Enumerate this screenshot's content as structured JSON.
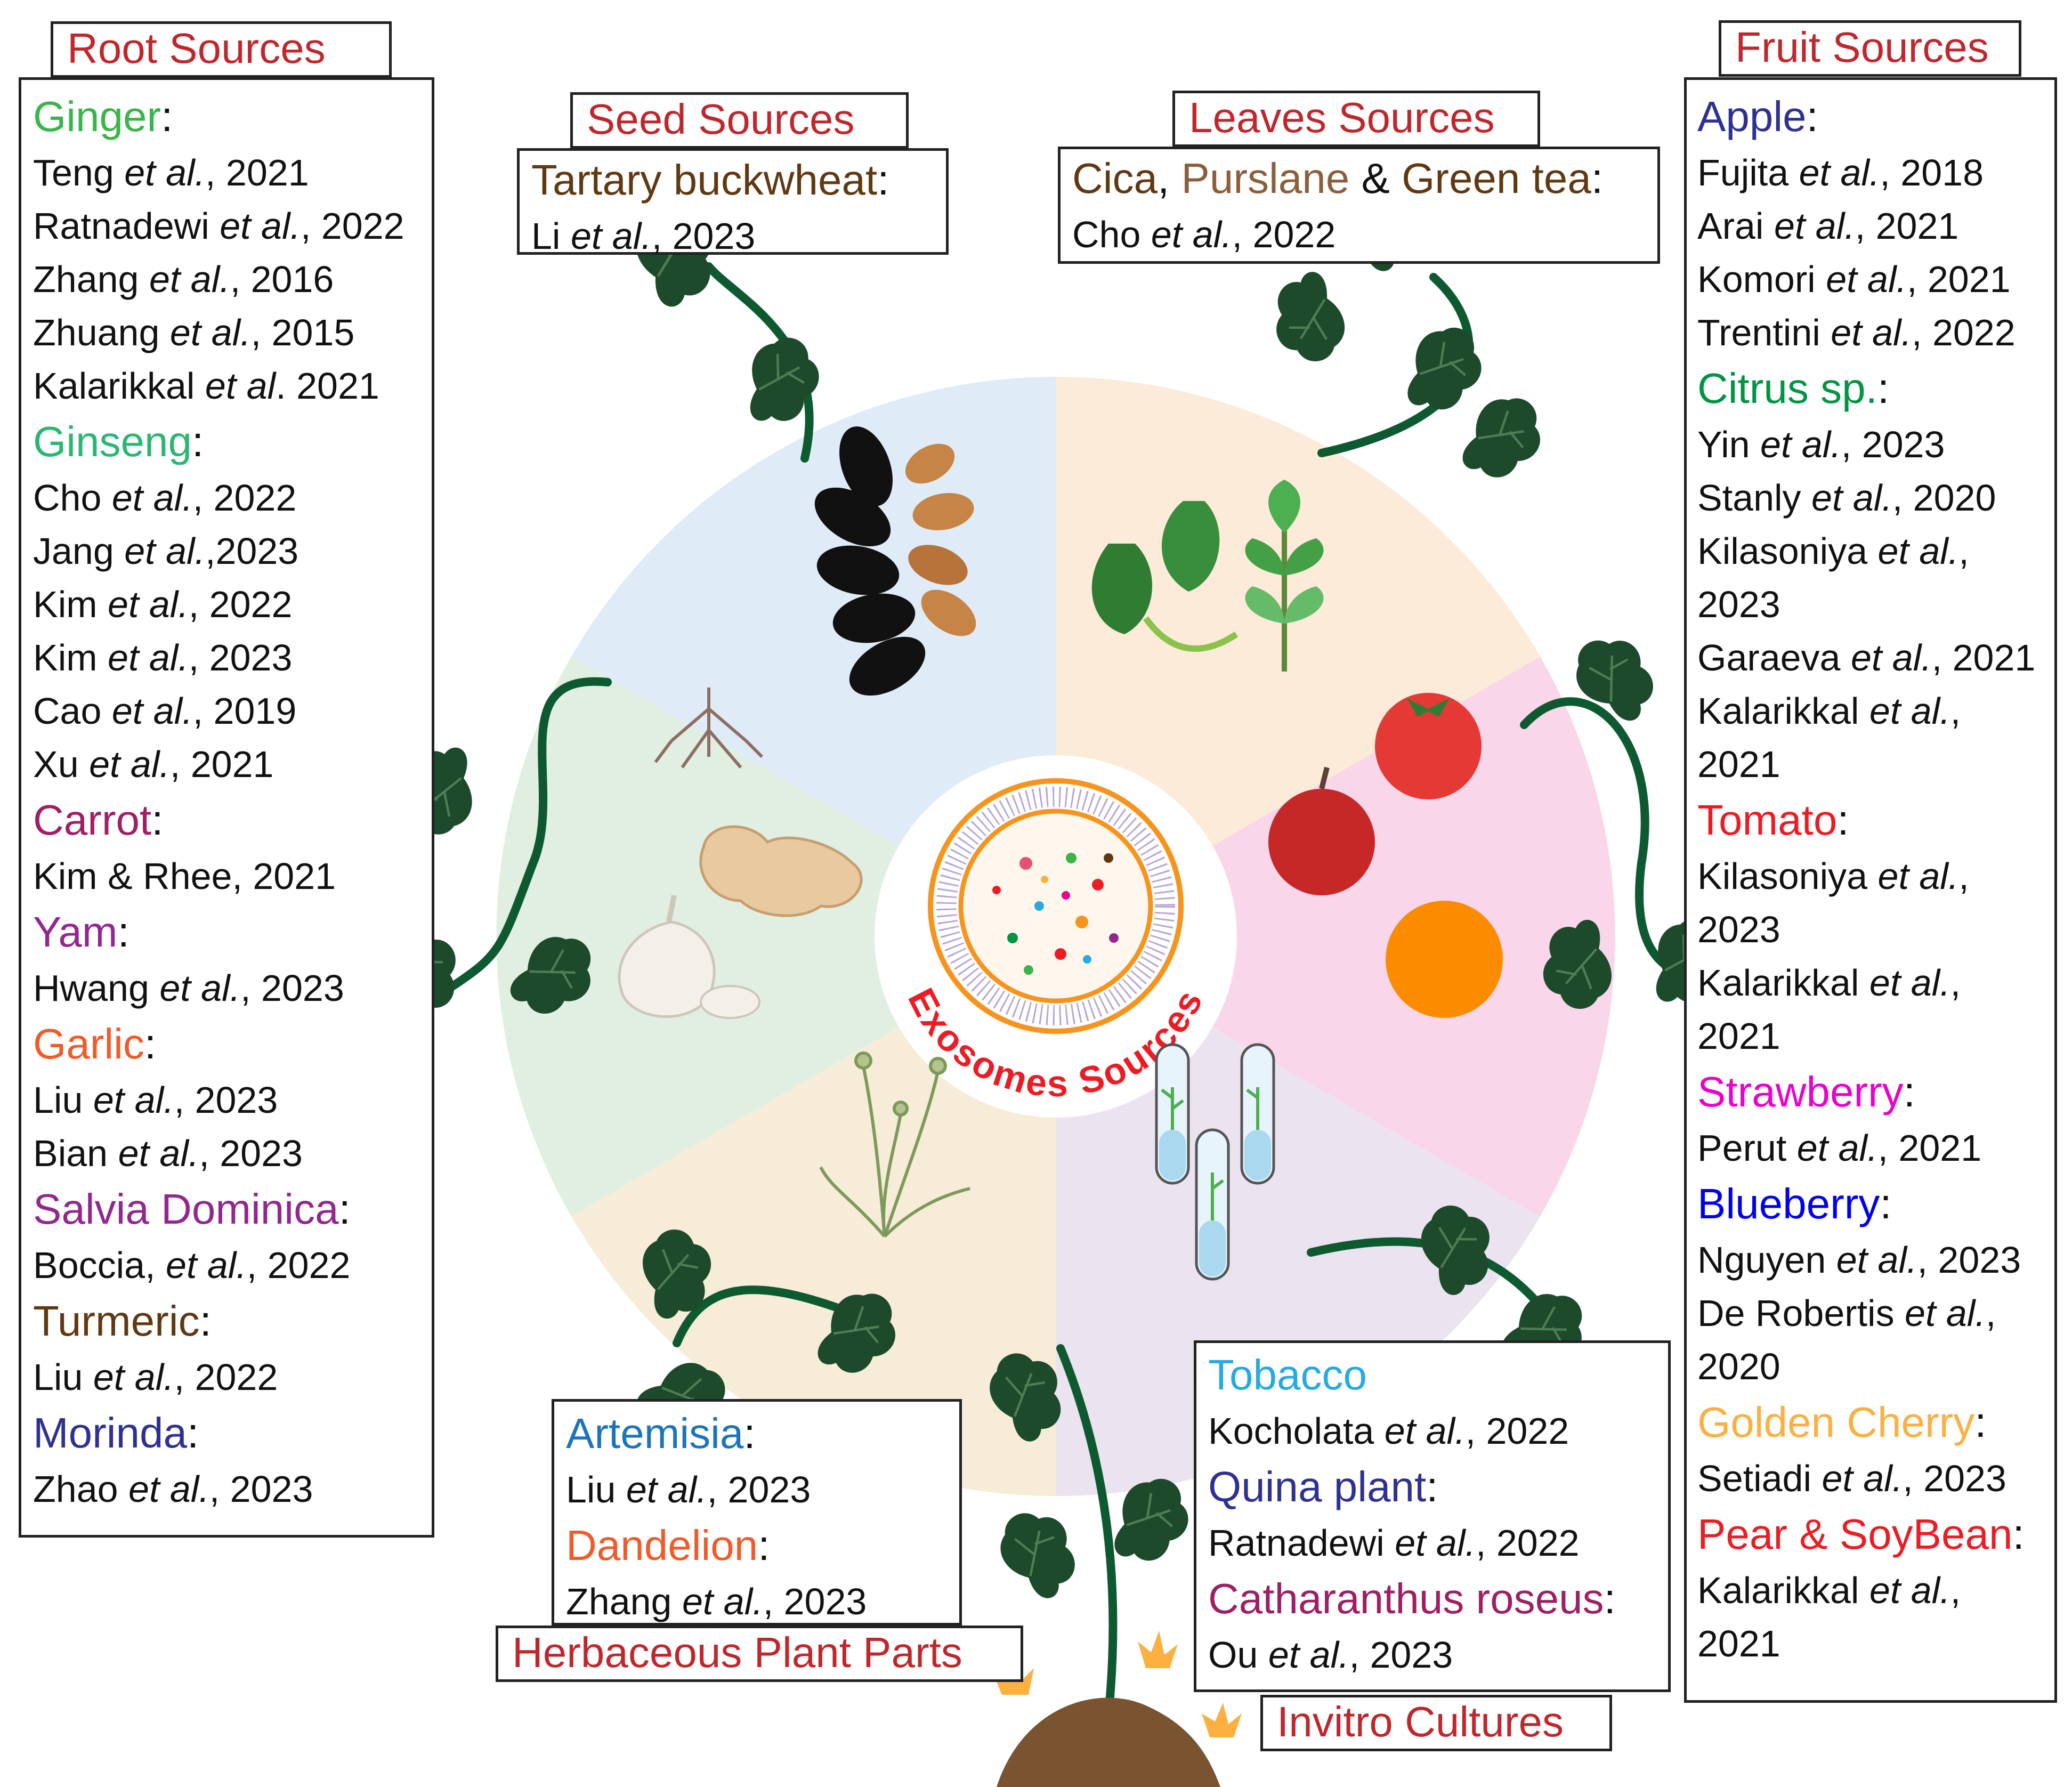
{
  "center_label": "Exosomes Sources",
  "colors": {
    "title_red": "#c0272d",
    "stem_green": "#0d5a30",
    "leaf_green": "#1d4a2a",
    "seed_sector": "#dceaf6",
    "leaves_sector": "#fbebd8",
    "fruit_sector": "#f9d6ea",
    "invitro_sector": "#ebe3ef",
    "herb_sector": "#f6ecd8",
    "root_sector": "#e1efe3"
  },
  "titles": {
    "root": "Root Sources",
    "seed": "Seed Sources",
    "leaves": "Leaves Sources",
    "fruit": "Fruit Sources",
    "herb": "Herbaceous Plant Parts",
    "invitro": "Invitro Cultures"
  },
  "root": {
    "ginger": {
      "name": "Ginger",
      "color": "#39b54a",
      "refs": [
        {
          "a": "Teng",
          "e": "et al.",
          "y": ", 2021"
        },
        {
          "a": "Ratnadewi",
          "e": "et al.",
          "y": ", 2022"
        },
        {
          "a": "Zhang",
          "e": "et al.",
          "y": ", 2016"
        },
        {
          "a": "Zhuang",
          "e": "et al.",
          "y": ", 2015"
        },
        {
          "a": "Kalarikkal",
          "e": "et al",
          "y": ". 2021"
        }
      ]
    },
    "ginseng": {
      "name": "Ginseng",
      "color": "#2bb673",
      "refs": [
        {
          "a": "Cho",
          "e": "et al.",
          "y": ", 2022"
        },
        {
          "a": "Jang",
          "e": "et al.",
          "y": ",2023"
        },
        {
          "a": "Kim",
          "e": "et al.",
          "y": ", 2022"
        },
        {
          "a": "Kim",
          "e": "et al.",
          "y": ", 2023"
        },
        {
          "a": "Cao",
          "e": "et al.",
          "y": ", 2019"
        },
        {
          "a": "Xu",
          "e": "et al.",
          "y": ", 2021"
        }
      ]
    },
    "carrot": {
      "name": "Carrot",
      "color": "#9e1f63",
      "refs": [
        {
          "text": "Kim & Rhee, 2021"
        }
      ]
    },
    "yam": {
      "name": "Yam",
      "color": "#92278f",
      "refs": [
        {
          "a": "Hwang",
          "e": "et al.",
          "y": ", 2023"
        }
      ]
    },
    "garlic": {
      "name": "Garlic",
      "color": "#f15a29",
      "refs": [
        {
          "a": "Liu",
          "e": "et al.",
          "y": ", 2023"
        },
        {
          "a": "Bian",
          "e": "et al.",
          "y": ", 2023"
        }
      ]
    },
    "salvia": {
      "name": "Salvia Dominica",
      "color": "#92278f",
      "refs": [
        {
          "a": "Boccia,",
          "e": "et al.",
          "y": ", 2022"
        }
      ]
    },
    "turmeric": {
      "name": "Turmeric",
      "color": "#603913",
      "refs": [
        {
          "a": "Liu",
          "e": "et al.",
          "y": ", 2022"
        }
      ]
    },
    "morinda": {
      "name": "Morinda",
      "color": "#2e3192",
      "refs": [
        {
          "a": "Zhao",
          "e": "et al.",
          "y": ", 2023"
        }
      ]
    }
  },
  "seed": {
    "buckwheat": {
      "name": "Tartary buckwheat",
      "color": "#603913",
      "refs": [
        {
          "a": "Li",
          "e": "et al.",
          "y": ", 2023"
        }
      ]
    }
  },
  "leaves": {
    "cica": {
      "name": "Cica",
      "color": "#603913"
    },
    "purslane": {
      "name": "Purslane",
      "color": "#8b5e3c"
    },
    "amp": "&",
    "greentea": {
      "name": "Green tea",
      "color": "#603913"
    },
    "refs": [
      {
        "a": "Cho",
        "e": "et al.",
        "y": ", 2022"
      }
    ]
  },
  "fruit": {
    "apple": {
      "name": "Apple",
      "color": "#2e3192",
      "refs": [
        {
          "a": "Fujita",
          "e": "et al.",
          "y": ", 2018"
        },
        {
          "a": "Arai",
          "e": "et al.",
          "y": ", 2021"
        },
        {
          "a": "Komori",
          "e": "et al.",
          "y": ", 2021"
        },
        {
          "a": "Trentini",
          "e": "et al.",
          "y": ", 2022"
        }
      ]
    },
    "citrus": {
      "name": "Citrus sp.",
      "color": "#009444",
      "refs": [
        {
          "a": "Yin",
          "e": "et al.",
          "y": ", 2023"
        },
        {
          "a": "Stanly",
          "e": "et al.",
          "y": ", 2020"
        },
        {
          "a": "Kilasoniya",
          "e": "et al.",
          "y": ","
        },
        {
          "text": "2023"
        },
        {
          "a": "Garaeva",
          "e": "et al.",
          "y": ", 2021"
        },
        {
          "a": "Kalarikkal",
          "e": "et al.",
          "y": ","
        },
        {
          "text": "2021"
        }
      ]
    },
    "tomato": {
      "name": "Tomato",
      "color": "#ed1c24",
      "refs": [
        {
          "a": "Kilasoniya",
          "e": "et al.",
          "y": ","
        },
        {
          "text": "2023"
        },
        {
          "a": "Kalarikkal",
          "e": "et al.",
          "y": ","
        },
        {
          "text": "2021"
        }
      ]
    },
    "strawberry": {
      "name": "Strawberry",
      "color": "#ec00cc",
      "refs": [
        {
          "a": "Perut",
          "e": "et al.",
          "y": ", 2021"
        }
      ]
    },
    "blueberry": {
      "name": "Blueberry",
      "color": "#0000ee",
      "refs": [
        {
          "a": "Nguyen",
          "e": "et al.",
          "y": ", 2023"
        },
        {
          "a": "De Robertis",
          "e": "et al.",
          "y": ","
        },
        {
          "text": "2020"
        }
      ]
    },
    "golden": {
      "name": "Golden Cherry",
      "color": "#fbb040",
      "refs": [
        {
          "a": "Setiadi",
          "e": "et al.",
          "y": ", 2023"
        }
      ]
    },
    "pear": {
      "name": "Pear & SoyBean",
      "color": "#ed1c24",
      "refs": [
        {
          "a": "Kalarikkal",
          "e": "et al.",
          "y": ","
        },
        {
          "text": "2021"
        }
      ]
    }
  },
  "herb": {
    "artemisia": {
      "name": "Artemisia",
      "color": "#1c75bc",
      "refs": [
        {
          "a": "Liu",
          "e": "et al.",
          "y": ", 2023"
        }
      ]
    },
    "dandelion": {
      "name": "Dandelion",
      "color": "#f15a29",
      "refs": [
        {
          "a": "Zhang",
          "e": "et al.",
          "y": ", 2023"
        }
      ]
    }
  },
  "invitro": {
    "tobacco": {
      "name": "Tobacco",
      "color": "#27aae1",
      "refs": [
        {
          "a": "Kocholata",
          "e": "et al.",
          "y": ", 2022"
        }
      ]
    },
    "quina": {
      "name": "Quina plant",
      "color": "#2e3192",
      "refs": [
        {
          "a": "Ratnadewi",
          "e": "et al.",
          "y": ", 2022"
        }
      ]
    },
    "catharanthus": {
      "name": "Catharanthus roseus",
      "color": "#9e1f63",
      "refs": [
        {
          "a": "Ou",
          "e": "et al.",
          "y": ", 2023"
        }
      ]
    }
  }
}
